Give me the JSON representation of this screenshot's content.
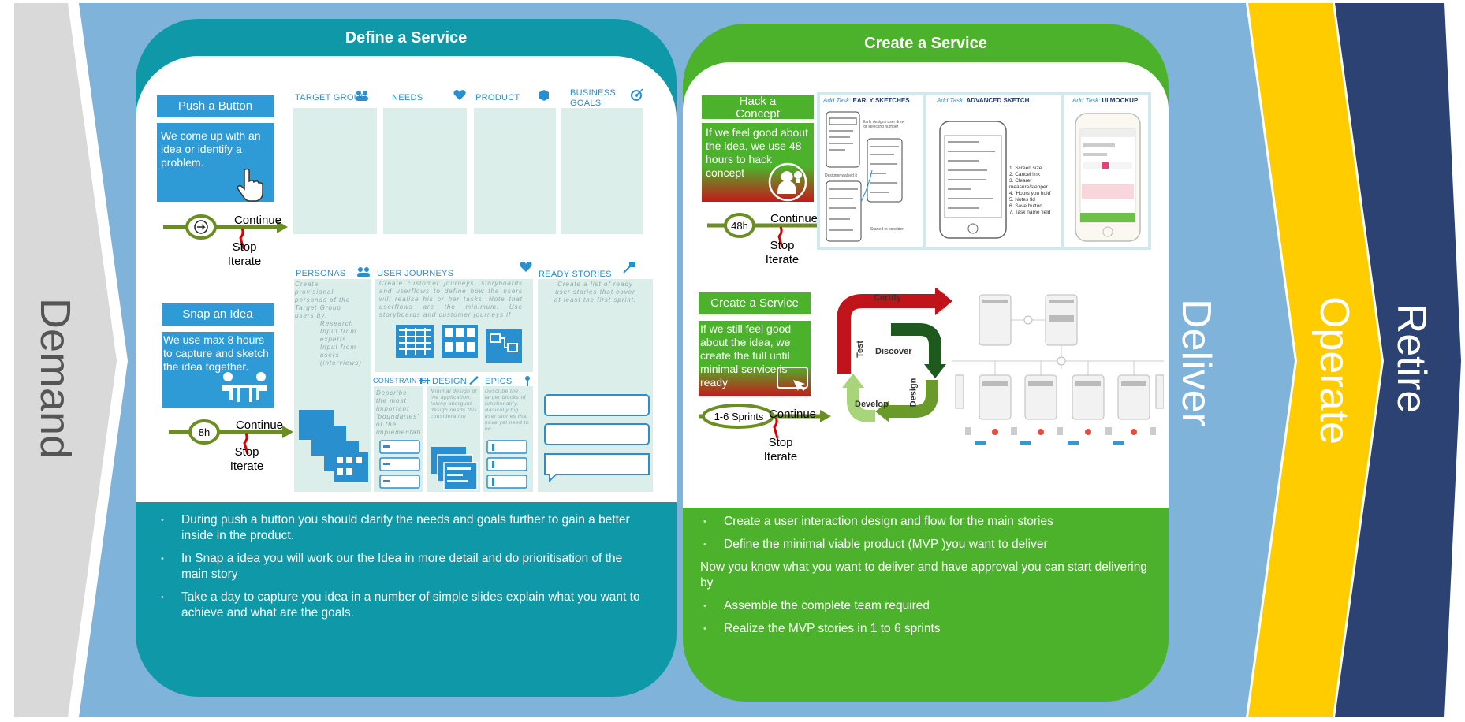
{
  "stages": {
    "demand": "Demand",
    "deliver": "Deliver",
    "operate": "Operate",
    "retire": "Retire"
  },
  "colors": {
    "demand": "#d9d9d9",
    "deliver": "#7fb3d9",
    "operate": "#ffcc00",
    "retire": "#2c4272",
    "teal": "#0e98a8",
    "green": "#4cb22c",
    "blue_button": "#2e9bd6"
  },
  "define": {
    "title": "Define a Service",
    "push": {
      "label": "Push a Button",
      "text": "We come up with an idea or identify a problem.",
      "continue": "Continue",
      "stop": "Stop",
      "iterate": "Iterate"
    },
    "snap": {
      "label": "Snap an Idea",
      "text": "We use max 8 hours to capture and sketch the idea together.",
      "hours": "8h",
      "continue": "Continue",
      "stop": "Stop",
      "iterate": "Iterate"
    },
    "canvas": {
      "target_group": "TARGET GROUP",
      "needs": "NEEDS",
      "product": "PRODUCT",
      "business_goals": "BUSINESS GOALS",
      "personas": "PERSONAS",
      "personas_text": "Create provisional personas of the Target Group users by:",
      "personas_bullets": [
        "Research",
        "Input from experts",
        "Input from users (interviews)"
      ],
      "user_journeys": "USER JOURNEYS",
      "user_journeys_text": "Create customer journeys, storyboards and userflows to define how the users will realise his or her tasks. Note that userflows are the minimum. Use storyboards and customer journeys if",
      "ready_stories": "READY STORIES",
      "ready_stories_text": "Create a list of ready user stories that cover at least the first sprint.",
      "constraints": "CONSTRAINTS",
      "constraints_text": "Describe the most important 'boundaries' of the implementati",
      "design": "DESIGN",
      "design_text": "Minimal design of the application, taking abergunt design needs this consideration",
      "epics": "EPICS",
      "epics_text": "Describe the larger blocks of functionality. Basically big user stories that have yet need to be"
    },
    "bullets": [
      "During push a button you should clarify the needs and goals further to gain a better inside in the product.",
      "In Snap a idea you will work our the Idea in more detail and do prioritisation of the main story",
      "Take a day to capture you idea in a number of simple slides explain what you want to achieve and what are the goals."
    ]
  },
  "create": {
    "title": "Create a Service",
    "hack": {
      "label": "Hack a Concept",
      "text": "If we feel good about the idea, we use 48 hours to hack concept",
      "hours": "48h",
      "continue": "Continue",
      "stop": "Stop",
      "iterate": "Iterate"
    },
    "sketches": {
      "early_prefix": "Add Task:",
      "early": "EARLY SKETCHES",
      "advanced_prefix": "Add Task:",
      "advanced": "ADVANCED SKETCH",
      "mockup_prefix": "Add Task:",
      "mockup": "UI MOCKUP",
      "list": [
        "1. Screen size",
        "2. Cancel link",
        "3. Clearer measure/stepper",
        "4. 'Hours you hold'",
        "5. Notes fld",
        "6. Save button",
        "7. Task name field"
      ]
    },
    "service": {
      "label": "Create a Service",
      "text": "If we still feel good about the idea, we create the full until minimal service is ready",
      "sprints": "1-6 Sprints",
      "continue": "Continue",
      "stop": "Stop",
      "iterate": "Iterate"
    },
    "cycle": {
      "certify": "Certify",
      "discover": "Discover",
      "design": "Design",
      "develop": "Develop",
      "test": "Test"
    },
    "bullets_top": [
      "Create a user interaction design and flow for the main stories",
      "Define the minimal viable product (MVP )you want to deliver"
    ],
    "paragraph": "Now you know what you want to deliver and have approval you can start delivering by",
    "bullets_bottom": [
      "Assemble the complete team required",
      "Realize the MVP stories in 1 to 6 sprints"
    ]
  }
}
